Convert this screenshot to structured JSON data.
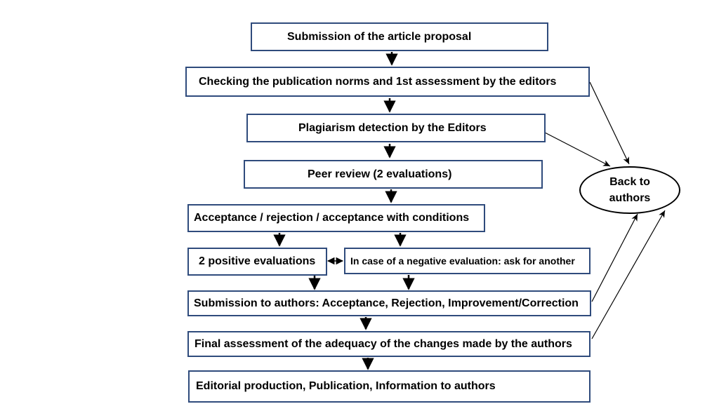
{
  "diagram": {
    "steps": {
      "submission_proposal": "Submission of the article proposal",
      "checking_norms": "Checking the publication norms and 1st assessment by the editors",
      "plagiarism": "Plagiarism detection by the Editors",
      "peer_review": "Peer review (2 evaluations)",
      "decision": "Acceptance / rejection / acceptance with conditions",
      "two_positive": "2 positive evaluations",
      "negative_case": "In case of a negative evaluation: ask for another",
      "submission_authors": "Submission to authors: Acceptance, Rejection, Improvement/Correction",
      "final_assessment": "Final assessment of the adequacy of the changes made by the authors",
      "production": "Editorial production, Publication, Information to authors"
    },
    "back_to_authors": {
      "line1": "Back to",
      "line2": "authors"
    }
  },
  "colors": {
    "box_border": "#2f4b7c",
    "arrow": "#000000",
    "background": "#ffffff"
  }
}
